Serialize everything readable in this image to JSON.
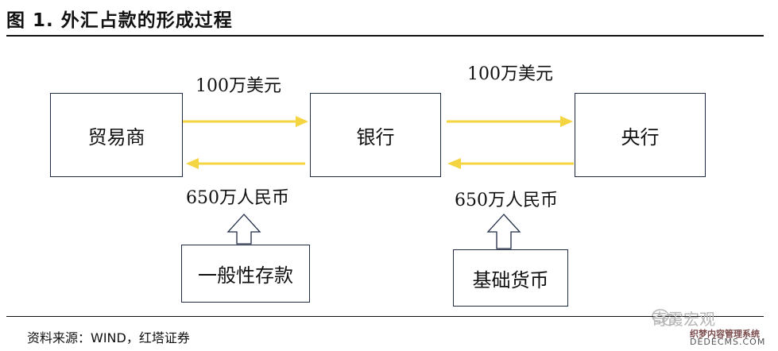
{
  "title": "图 1. 外汇占款的形成过程",
  "nodes": {
    "trader": "贸易商",
    "bank": "银行",
    "central_bank": "央行",
    "deposit": "一般性存款",
    "base_money": "基础货币"
  },
  "flows": {
    "top_left": "100万美元",
    "top_right": "100万美元",
    "bottom_left": "650万人民币",
    "bottom_right": "650万人民币"
  },
  "colors": {
    "arrow": "#f5d441",
    "box_border": "#1f2a44"
  },
  "source": "资料来源：WIND，红塔证券",
  "watermark": {
    "brand": "奇霞宏观",
    "cms": "织梦内容管理系统",
    "site": "DEDECMS.COM"
  }
}
